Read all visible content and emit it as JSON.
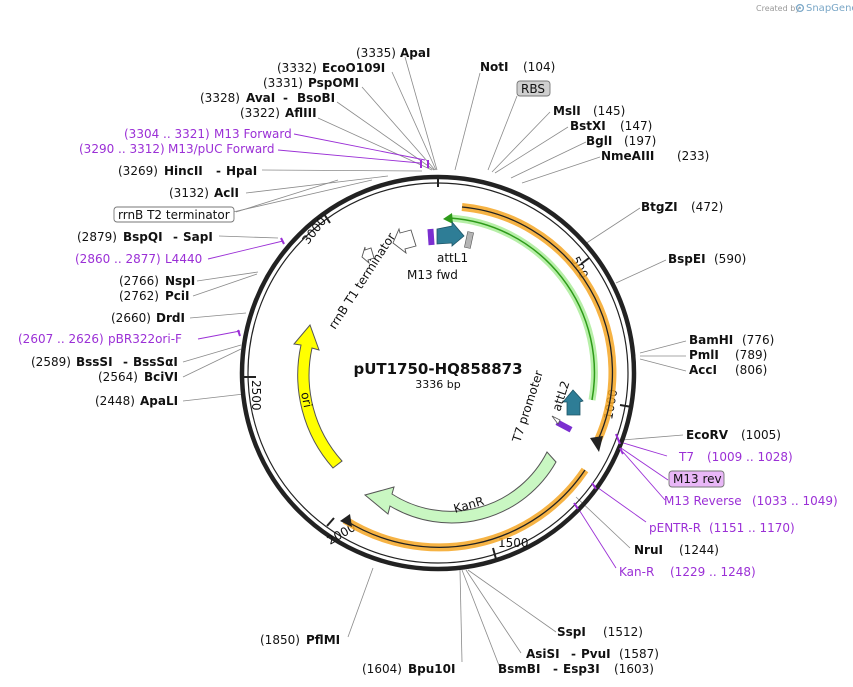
{
  "credit": {
    "prefix": "Created by",
    "brand": "SnapGene"
  },
  "plasmid": {
    "name": "pUT1750-HQ858873",
    "length_label": "3336 bp",
    "length": 3336
  },
  "ticks": [
    "500",
    "1000",
    "1500",
    "2000",
    "2500",
    "3000"
  ],
  "sites": [
    {
      "name": "ApaI",
      "pos": "(3335)"
    },
    {
      "name": "EcoO109I",
      "pos": "(3332)"
    },
    {
      "name": "PspOMI",
      "pos": "(3331)"
    },
    {
      "name": "AvaI",
      "name2": "BsoBI",
      "pos": "(3328)"
    },
    {
      "name": "AflIII",
      "pos": "(3322)"
    },
    {
      "name": "HincII",
      "name2": "HpaI",
      "pos": "(3269)"
    },
    {
      "name": "AclI",
      "pos": "(3132)"
    },
    {
      "name": "BspQI",
      "name2": "SapI",
      "pos": "(2879)"
    },
    {
      "name": "NspI",
      "pos": "(2766)"
    },
    {
      "name": "PciI",
      "pos": "(2762)"
    },
    {
      "name": "DrdI",
      "pos": "(2660)"
    },
    {
      "name": "BssSI",
      "name2": "BssSαI",
      "pos": "(2589)"
    },
    {
      "name": "BciVI",
      "pos": "(2564)"
    },
    {
      "name": "ApaLI",
      "pos": "(2448)"
    },
    {
      "name": "PflMI",
      "pos": "(1850)"
    },
    {
      "name": "Bpu10I",
      "pos": "(1604)"
    },
    {
      "name": "NotI",
      "pos": "(104)"
    },
    {
      "name": "MslI",
      "pos": "(145)"
    },
    {
      "name": "BstXI",
      "pos": "(147)"
    },
    {
      "name": "BglI",
      "pos": "(197)"
    },
    {
      "name": "NmeAIII",
      "pos": "(233)"
    },
    {
      "name": "BtgZI",
      "pos": "(472)"
    },
    {
      "name": "BspEI",
      "pos": "(590)"
    },
    {
      "name": "BamHI",
      "pos": "(776)"
    },
    {
      "name": "PmlI",
      "pos": "(789)"
    },
    {
      "name": "AccI",
      "pos": "(806)"
    },
    {
      "name": "EcoRV",
      "pos": "(1005)"
    },
    {
      "name": "NruI",
      "pos": "(1244)"
    },
    {
      "name": "SspI",
      "pos": "(1512)"
    },
    {
      "name": "AsiSI",
      "name2": "PvuI",
      "pos": "(1587)"
    },
    {
      "name": "BsmBI",
      "name2": "Esp3I",
      "pos": "(1603)"
    }
  ],
  "primers": [
    {
      "name": "M13 Forward",
      "range": "(3304 .. 3321)"
    },
    {
      "name": "M13/pUC Forward",
      "range": "(3290 .. 3312)"
    },
    {
      "name": "L4440",
      "range": "(2860 .. 2877)"
    },
    {
      "name": "pBR322ori-F",
      "range": "(2607 .. 2626)"
    },
    {
      "name": "T7",
      "range": "(1009 .. 1028)"
    },
    {
      "name": "M13 Reverse",
      "range": "(1033 .. 1049)"
    },
    {
      "name": "pENTR-R",
      "range": "(1151 .. 1170)"
    },
    {
      "name": "Kan-R",
      "range": "(1229 .. 1248)"
    }
  ],
  "boxed_labels": {
    "rbs": "RBS",
    "rrnb_t2": "rrnB T2 terminator",
    "m13_rev": "M13 rev"
  },
  "features": {
    "attL1": "attL1",
    "m13_fwd": "M13 fwd",
    "rrnb_t1": "rrnB T1 terminator",
    "ori": "ori",
    "kanr": "KanR",
    "attL2": "attL2",
    "t7_promoter": "T7 promoter"
  },
  "colors": {
    "backbone": "#222222",
    "primer": "#9b30d6",
    "ori_fill": "#ffff00",
    "kanr_fill": "#c9f7c2",
    "att_fill": "#2e7d96",
    "orange": "#f5a623",
    "green_line": "#2e9b1a"
  }
}
